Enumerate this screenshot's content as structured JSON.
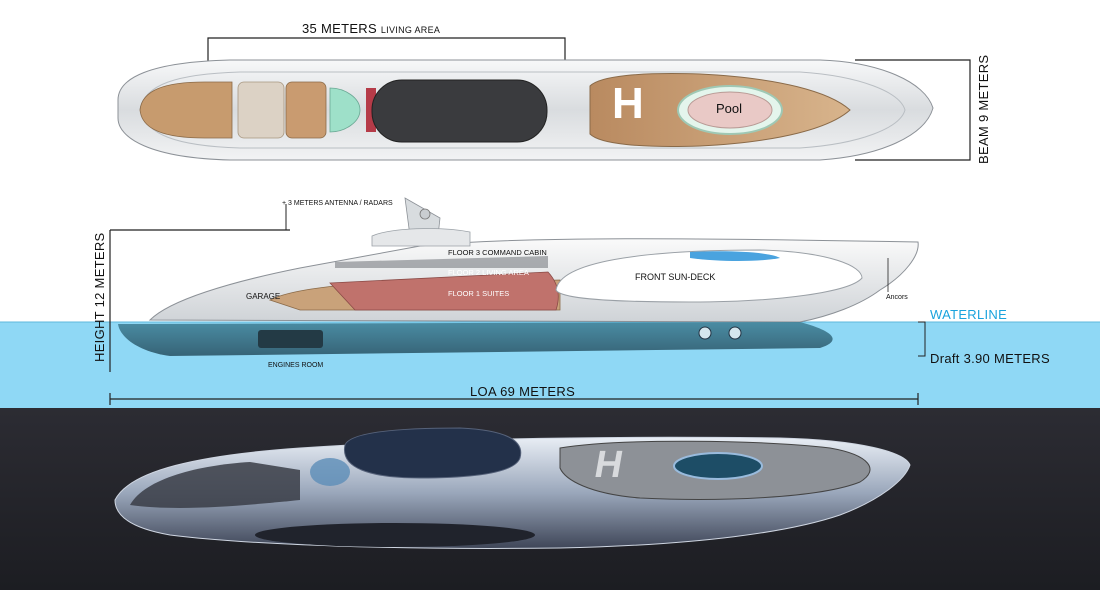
{
  "labels": {
    "living_area_value": "35 METERS",
    "living_area_unit": "LIVING AREA",
    "beam": "BEAM 9 METERS",
    "height": "HEIGHT 12 METERS",
    "antenna": "+ 3 METERS ANTENNA / RADARS",
    "floor3": "FLOOR 3   COMMAND CABIN",
    "floor2": "FLOOR 2   LIVING AREA",
    "floor1": "FLOOR 1   SUITES",
    "garage": "GARAGE",
    "sundeck": "FRONT SUN-DECK",
    "ancors": "Ancors",
    "waterline": "WATERLINE",
    "draft": "Draft 3.90 METERS",
    "engines": "ENGINES ROOM",
    "loa": "LOA 69 METERS",
    "pool": "Pool",
    "helipad": "H"
  },
  "colors": {
    "water": "#8fd8f5",
    "waterline_text": "#1aa3dd",
    "hull_silver": "#e6e8ea",
    "deck_wood": "#c9a27a",
    "living_red": "#c0726c",
    "render_bg": "#2b2b30"
  }
}
